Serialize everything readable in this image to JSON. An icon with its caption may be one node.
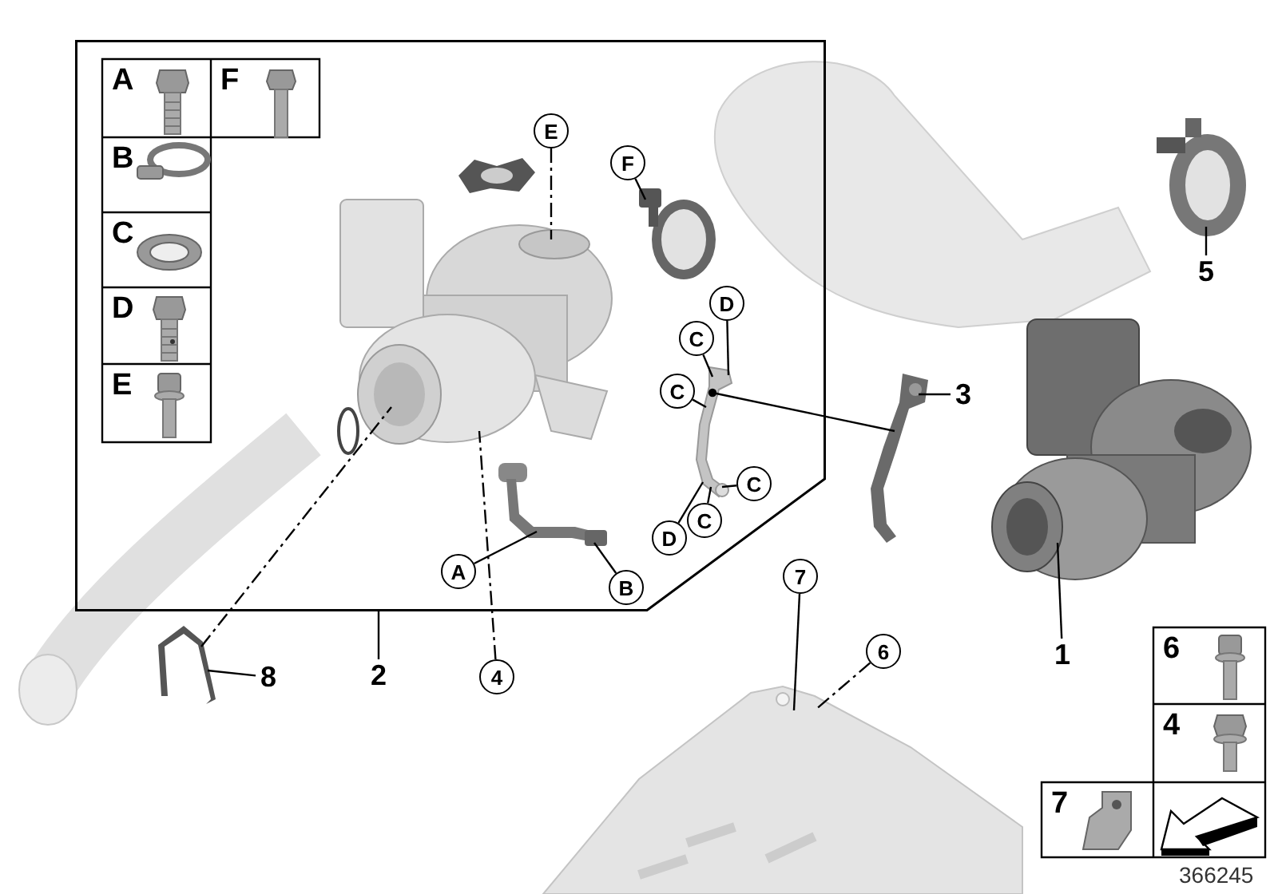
{
  "diagram": {
    "nodes": [
      {
        "text": [],
        "shape": "box"
      },
      {
        "text": [
          "E"
        ],
        "in": 0
      },
      {
        "text": [
          "F"
        ],
        "in": 0
      },
      {
        "text": [
          "D"
        ],
        "in": 0
      },
      {
        "text": [
          "C"
        ],
        "in": 0
      },
      {
        "text": [
          "C"
        ],
        "in": 0
      },
      {
        "text": [
          "C"
        ],
        "in": 0
      },
      {
        "text": [
          "C"
        ],
        "in": 0
      },
      {
        "text": [
          "D"
        ],
        "in": 0
      },
      {
        "text": [
          "A"
        ],
        "in": 0
      },
      {
        "text": [
          "B"
        ],
        "in": 0
      },
      {
        "text": [
          "5"
        ]
      },
      {
        "text": [
          "3"
        ]
      },
      {
        "text": [
          "1"
        ]
      },
      {
        "text": [
          "2"
        ]
      },
      {
        "text": [
          "8"
        ]
      },
      {
        "text": [
          "4"
        ]
      },
      {
        "text": [
          "7"
        ]
      },
      {
        "text": [
          "6"
        ]
      },
      {
        "text": [],
        "shape": "picture",
        "in": 0
      },
      {
        "text": [],
        "shape": "picture",
        "in": 0
      },
      {
        "text": [],
        "shape": "picture",
        "in": 0
      },
      {
        "text": [],
        "shape": "picture",
        "in": 0
      },
      {
        "text": [],
        "shape": "picture",
        "in": 0
      },
      {
        "text": [],
        "shape": "picture"
      },
      {
        "text": [],
        "shape": "picture"
      },
      {
        "text": [],
        "shape": "picture"
      },
      {
        "text": [],
        "shape": "picture"
      },
      {
        "text": [],
        "shape": "picture"
      }
    ],
    "edges": [
      {
        "from": 1,
        "to": 19,
        "arrow": "none",
        "style": "dashed"
      },
      {
        "from": 2,
        "to": 21,
        "arrow": "none"
      },
      {
        "from": 3,
        "to": 22,
        "arrow": "none"
      },
      {
        "from": 4,
        "to": 22,
        "arrow": "none"
      },
      {
        "from": 5,
        "to": 22,
        "arrow": "none"
      },
      {
        "from": 6,
        "to": 22,
        "arrow": "none"
      },
      {
        "from": 7,
        "to": 22,
        "arrow": "none"
      },
      {
        "from": 8,
        "to": 22,
        "arrow": "none"
      },
      {
        "from": 9,
        "to": 23,
        "arrow": "none"
      },
      {
        "from": 10,
        "to": 23,
        "arrow": "none"
      },
      {
        "from": 22,
        "to": 25,
        "arrow": "other"
      },
      {
        "from": 12,
        "to": 25,
        "arrow": "none"
      },
      {
        "from": 11,
        "to": 24,
        "arrow": "none"
      },
      {
        "from": 13,
        "to": 26,
        "arrow": "none"
      },
      {
        "from": 14,
        "to": 0,
        "arrow": "none"
      },
      {
        "from": 15,
        "to": 27,
        "arrow": "none"
      },
      {
        "from": 27,
        "to": 19,
        "arrow": "none",
        "style": "dashed"
      },
      {
        "from": 16,
        "to": 19,
        "arrow": "none",
        "style": "dashed"
      },
      {
        "from": 17,
        "to": 28,
        "arrow": "none"
      },
      {
        "from": 18,
        "to": 28,
        "arrow": "none",
        "style": "dashed"
      }
    ],
    "labels": [
      "A",
      "F",
      "B",
      "C",
      "D",
      "E",
      "6",
      "4",
      "7",
      "366245"
    ]
  }
}
